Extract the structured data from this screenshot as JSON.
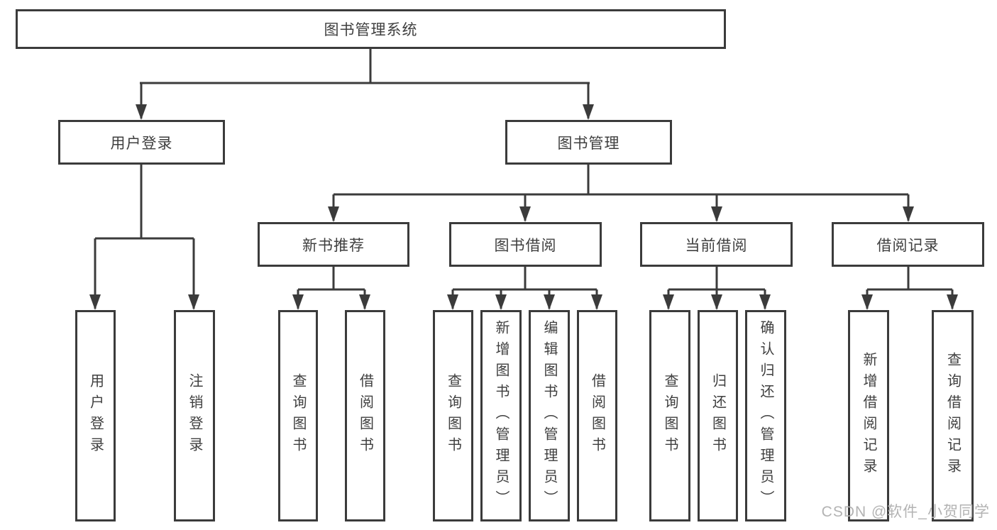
{
  "diagram": {
    "root": {
      "label": "图书管理系统"
    },
    "branches": [
      {
        "label": "用户登录",
        "children": [
          {
            "label": "用户登录"
          },
          {
            "label": "注销登录"
          }
        ]
      },
      {
        "label": "图书管理",
        "children": [
          {
            "label": "新书推荐",
            "children": [
              {
                "label": "查询图书"
              },
              {
                "label": "借阅图书"
              }
            ]
          },
          {
            "label": "图书借阅",
            "children": [
              {
                "label": "查询图书"
              },
              {
                "label": "新增图书（管理员）"
              },
              {
                "label": "编辑图书（管理员）"
              },
              {
                "label": "借阅图书"
              }
            ]
          },
          {
            "label": "当前借阅",
            "children": [
              {
                "label": "查询图书"
              },
              {
                "label": "归还图书"
              },
              {
                "label": "确认归还（管理员）"
              }
            ]
          },
          {
            "label": "借阅记录",
            "children": [
              {
                "label": "新增借阅记录"
              },
              {
                "label": "查询借阅记录"
              }
            ]
          }
        ]
      }
    ]
  },
  "watermark": {
    "text": "CSDN @软件_小贺同学"
  },
  "colors": {
    "line": "#3b3b3b",
    "text": "#3f3f3f",
    "watermark": "#b3b3b3",
    "canvas": "#ffffff"
  }
}
